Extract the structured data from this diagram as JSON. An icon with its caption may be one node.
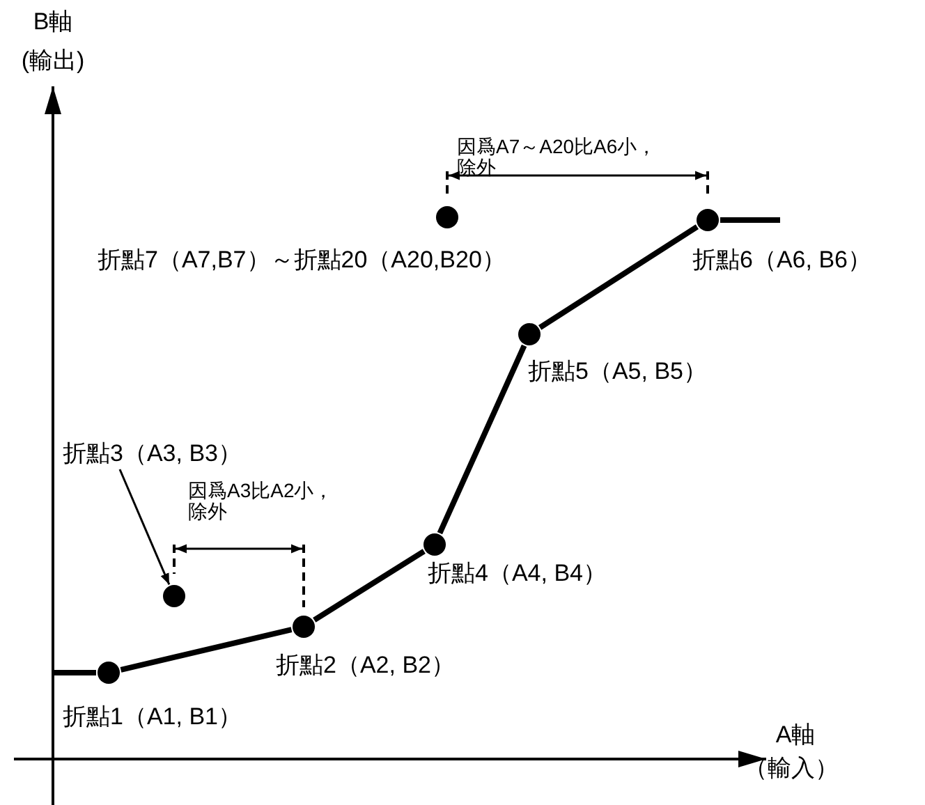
{
  "diagram": {
    "nodes": [
      {
        "text": [],
        "shape": "circle",
        "beside": [
          "折點1（A1, B1）"
        ]
      },
      {
        "text": [],
        "shape": "circle",
        "beside": [
          "折點2（A2, B2）"
        ]
      },
      {
        "text": [],
        "shape": "circle"
      },
      {
        "text": [
          "折點3（A3, B3）"
        ]
      },
      {
        "text": [],
        "shape": "circle",
        "beside": [
          "折點4（A4, B4）"
        ]
      },
      {
        "text": [],
        "shape": "circle",
        "beside": [
          "折點5（A5, B5）"
        ]
      },
      {
        "text": [],
        "shape": "circle",
        "beside": [
          "折點6（A6, B6）"
        ]
      },
      {
        "text": [],
        "shape": "circle",
        "beside": [
          "折點7（A7,B7）～折點20（A20,B20）"
        ]
      }
    ],
    "edges": [
      {
        "from": null,
        "to": 0,
        "arrow": "none"
      },
      {
        "from": 0,
        "to": 1,
        "arrow": "none"
      },
      {
        "from": 1,
        "to": 4,
        "arrow": "none"
      },
      {
        "from": 4,
        "to": 5,
        "arrow": "none"
      },
      {
        "from": 5,
        "to": 6,
        "arrow": "none"
      },
      {
        "from": 6,
        "to": null,
        "arrow": "none"
      },
      {
        "from": 3,
        "to": 2,
        "arrow": "to"
      }
    ],
    "labels": [
      "B軸",
      "(輸出)",
      "因爲A7～A20比A6小，除外",
      "因爲A3比A2小，除外",
      "A軸",
      "（輸入）"
    ]
  }
}
